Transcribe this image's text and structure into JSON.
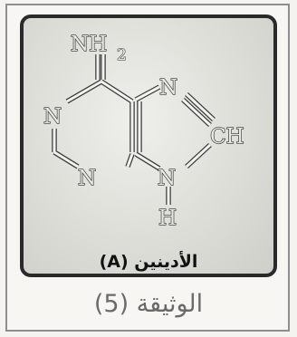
{
  "diagram": {
    "atoms": {
      "nh": "NH",
      "nh_sub": "2",
      "n1": "N",
      "n3": "N",
      "n7": "N",
      "n9": "N",
      "ch": "CH",
      "h9": "H"
    },
    "caption": "الأدينين (A)"
  },
  "document_label": "الوثيقة (5)"
}
